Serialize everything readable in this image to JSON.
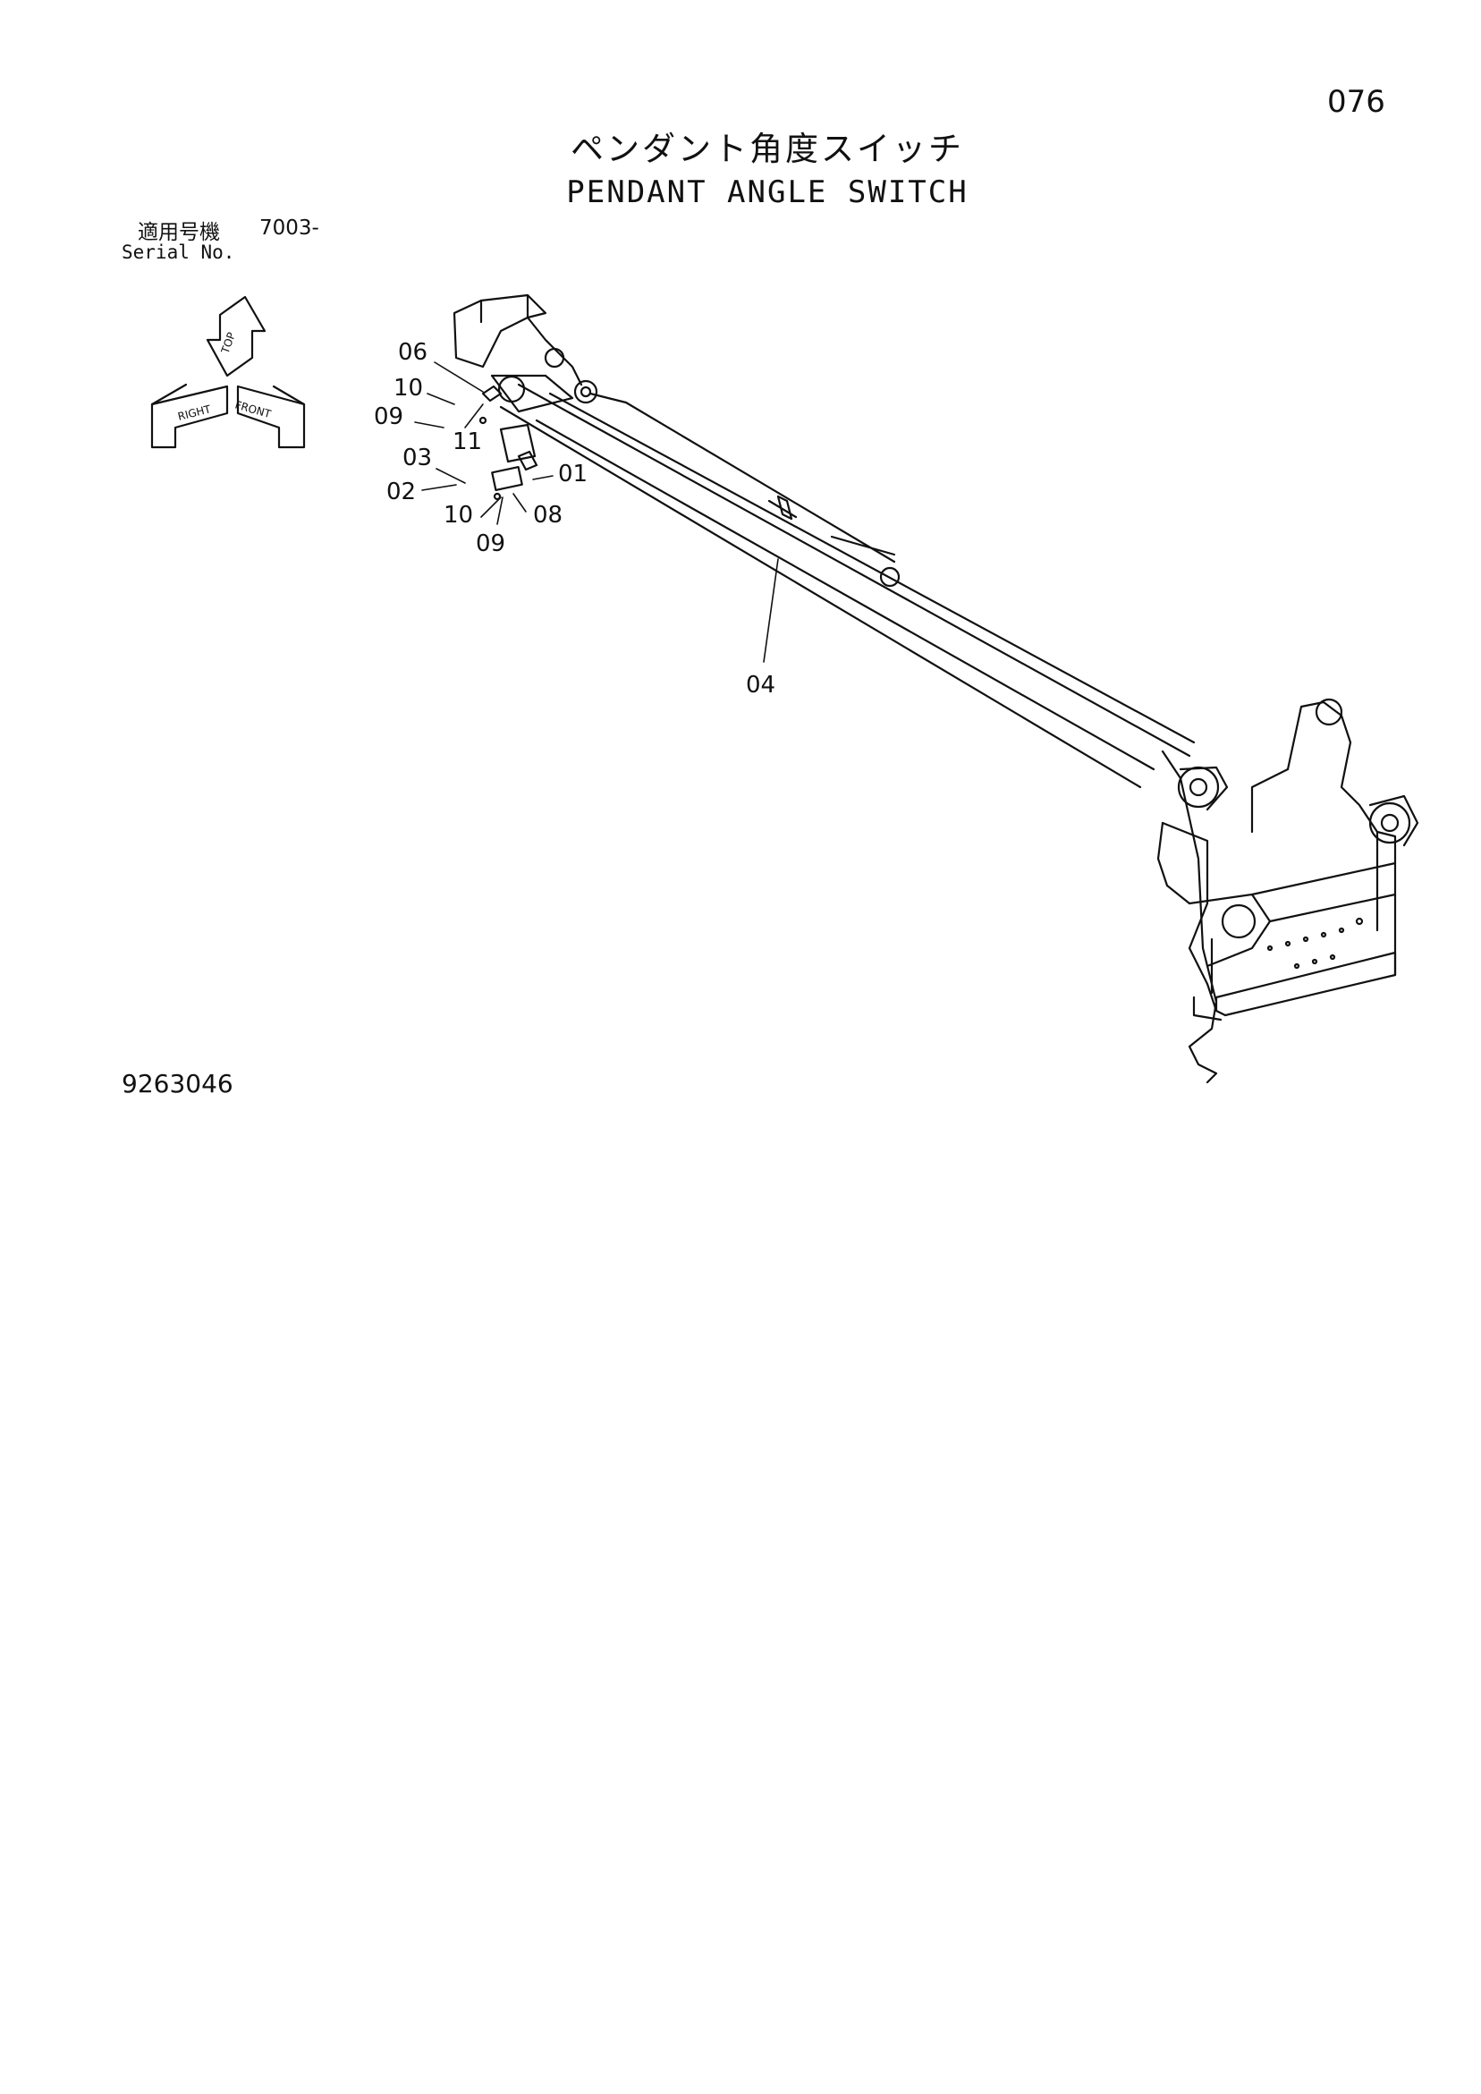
{
  "page_number": "076",
  "title_ja": "ペンダント角度スイッチ",
  "title_en": "PENDANT ANGLE SWITCH",
  "serial": {
    "label_ja": "適用号機",
    "value": "7003-",
    "label_en": "Serial No."
  },
  "drawing_number": "9263046",
  "orientation_indicator": {
    "top": "TOP",
    "front": "FRONT",
    "right": "RIGHT"
  },
  "callouts": [
    {
      "id": "06",
      "label": "06"
    },
    {
      "id": "10a",
      "label": "10"
    },
    {
      "id": "09a",
      "label": "09"
    },
    {
      "id": "11",
      "label": "11"
    },
    {
      "id": "03",
      "label": "03"
    },
    {
      "id": "01",
      "label": "01"
    },
    {
      "id": "02",
      "label": "02"
    },
    {
      "id": "10b",
      "label": "10"
    },
    {
      "id": "08",
      "label": "08"
    },
    {
      "id": "09b",
      "label": "09"
    },
    {
      "id": "04",
      "label": "04"
    }
  ],
  "colors": {
    "ink": "#111111",
    "paper": "#ffffff"
  }
}
